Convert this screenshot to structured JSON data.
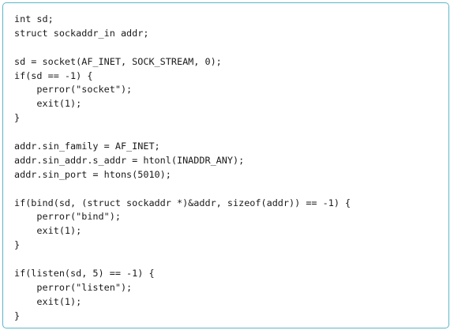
{
  "code": {
    "lines": [
      "int sd;",
      "struct sockaddr_in addr;",
      "",
      "sd = socket(AF_INET, SOCK_STREAM, 0);",
      "if(sd == -1) {",
      "    perror(\"socket\");",
      "    exit(1);",
      "}",
      "",
      "addr.sin_family = AF_INET;",
      "addr.sin_addr.s_addr = htonl(INADDR_ANY);",
      "addr.sin_port = htons(5010);",
      "",
      "if(bind(sd, (struct sockaddr *)&addr, sizeof(addr)) == -1) {",
      "    perror(\"bind\");",
      "    exit(1);",
      "}",
      "",
      "if(listen(sd, 5) == -1) {",
      "    perror(\"listen\");",
      "    exit(1);",
      "}"
    ]
  }
}
